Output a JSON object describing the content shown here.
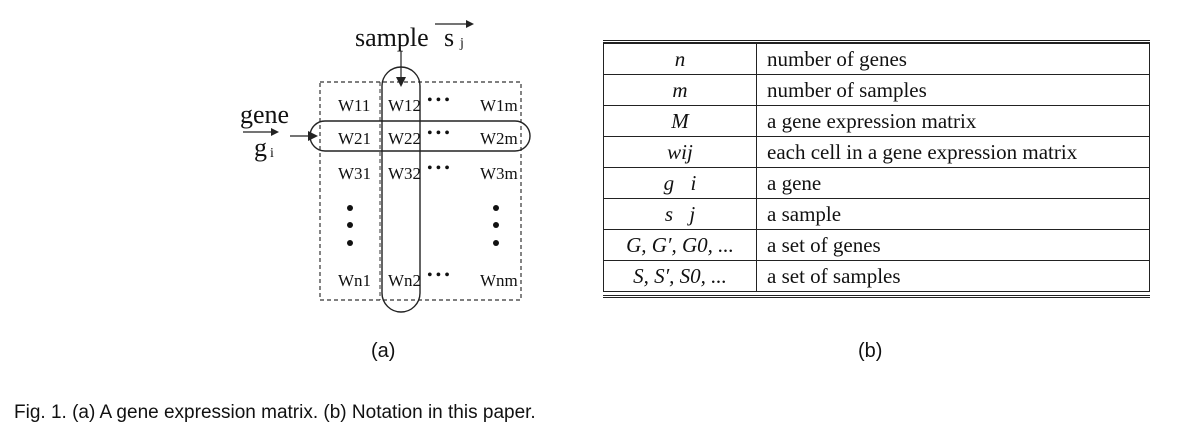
{
  "panel_a": {
    "sample_label": "sample",
    "sample_vec": "s",
    "sample_sub": "j",
    "gene_label": "gene",
    "gene_vec": "g",
    "gene_sub": "i",
    "dots": "•••",
    "cells": {
      "w11": "W11",
      "w12": "W12",
      "w1m": "W1m",
      "w21": "W21",
      "w22": "W22",
      "w2m": "W2m",
      "w31": "W31",
      "w32": "W32",
      "w3m": "W3m",
      "wn1": "Wn1",
      "wn2": "Wn2",
      "wnm": "Wnm"
    },
    "caption": "(a)"
  },
  "panel_b": {
    "rows": [
      {
        "symbol": "n",
        "desc": "number of genes"
      },
      {
        "symbol": "m",
        "desc": "number of samples"
      },
      {
        "symbol": "M",
        "desc": "a gene expression matrix"
      },
      {
        "symbol": "wij",
        "desc": "each cell in a gene expression matrix"
      },
      {
        "symbol": "g⃗i",
        "desc": "a gene"
      },
      {
        "symbol": "s⃗j",
        "desc": "a sample"
      },
      {
        "symbol": "G, G′, G0, ...",
        "desc": "a set of genes"
      },
      {
        "symbol": "S, S′, S0, ...",
        "desc": "a set of samples"
      }
    ],
    "caption": "(b)"
  },
  "figure_caption": "Fig. 1. (a) A gene expression matrix. (b) Notation in this paper."
}
